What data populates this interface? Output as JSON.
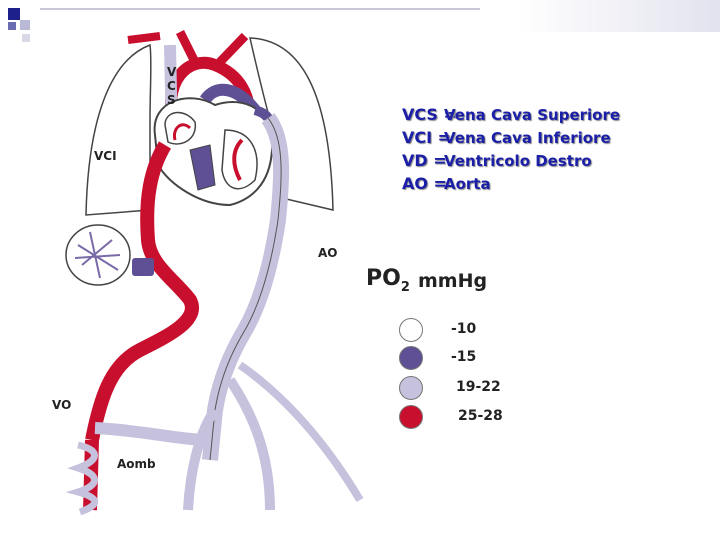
{
  "labels": {
    "vcs_letters": [
      "V",
      "C",
      "S"
    ],
    "vci": "VCI",
    "ao": "AO",
    "vo": "VO",
    "aomb": "Aomb"
  },
  "abbreviations": [
    {
      "abbr": "VCS =",
      "def": "Vena Cava Superiore"
    },
    {
      "abbr": "VCI =",
      "def": "Vena Cava Inferiore"
    },
    {
      "abbr": "VD =",
      "def": "Ventricolo Destro"
    },
    {
      "abbr": "AO =",
      "def": "Aorta"
    }
  ],
  "po2_legend": {
    "title_main": "PO",
    "title_sub": "2",
    "title_unit": "mmHg",
    "items": [
      {
        "range": "-10",
        "color": "#ffffff"
      },
      {
        "range": "-15",
        "color": "#5f4f95"
      },
      {
        "range": "19-22",
        "color": "#c6c2dd"
      },
      {
        "range": "25-28",
        "color": "#c8102e"
      }
    ]
  },
  "colors": {
    "accent_blue": "#1b1fa8",
    "oxygenated_red": "#c8102e",
    "deoxygenated_purple": "#5f4f95",
    "mixed_lavender": "#c6c2dd"
  }
}
